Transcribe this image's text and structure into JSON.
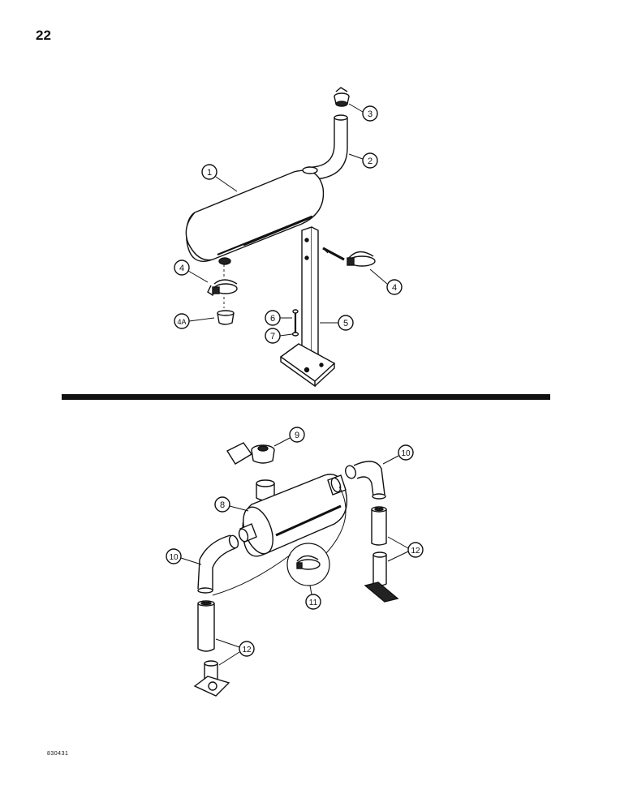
{
  "page_number": "22",
  "figure_code": "830431",
  "callouts": {
    "c1": "1",
    "c2": "2",
    "c3": "3",
    "c4a": "4",
    "c4b": "4",
    "c4A": "4A",
    "c5": "5",
    "c6": "6",
    "c7": "7",
    "c8": "8",
    "c9": "9",
    "c10a": "10",
    "c10b": "10",
    "c11": "11",
    "c12a": "12",
    "c12b": "12"
  }
}
